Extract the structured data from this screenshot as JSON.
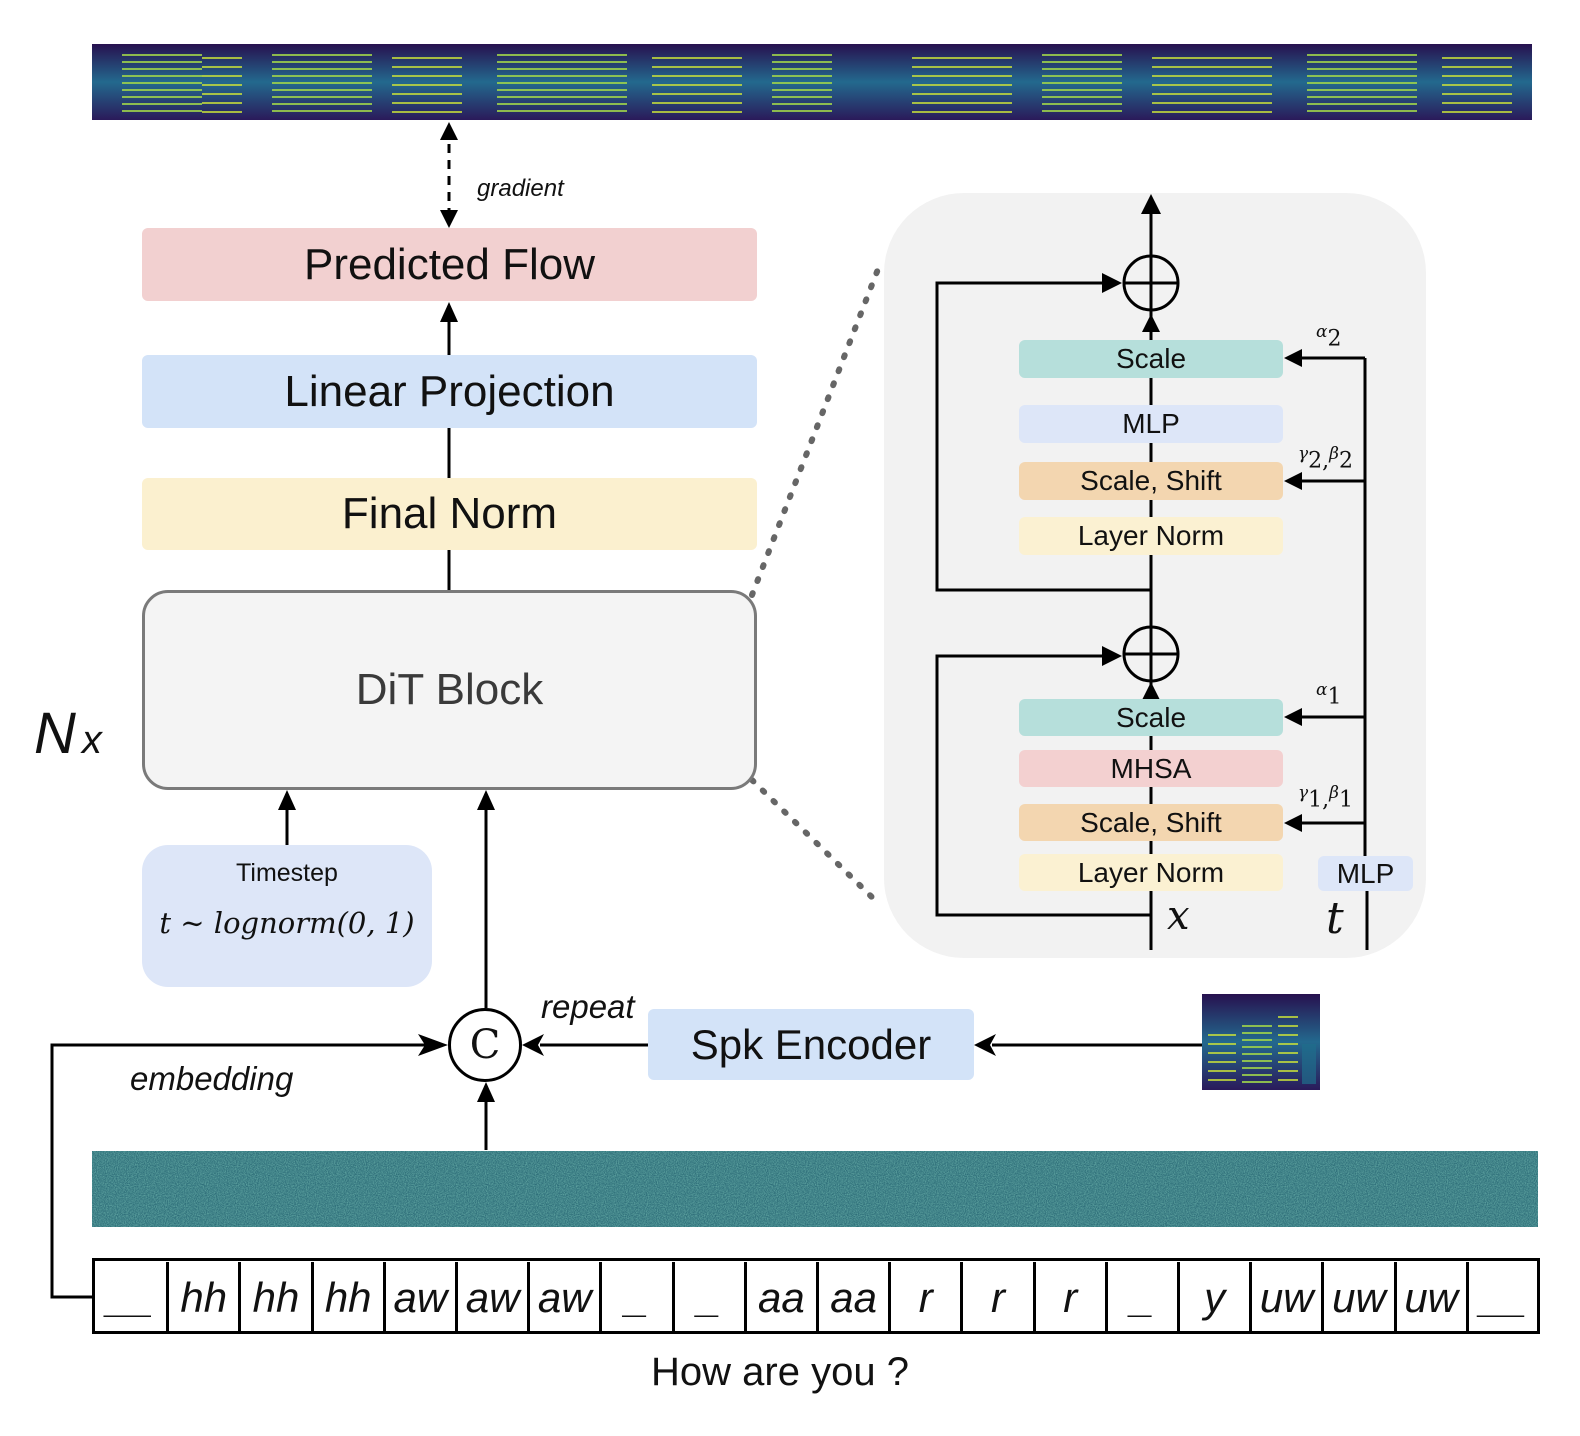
{
  "top_mel": {
    "icon": "spectrogram-output-mel"
  },
  "labels": {
    "gradient": "gradient",
    "predicted_flow": "Predicted Flow",
    "linear_projection": "Linear Projection",
    "final_norm": "Final Norm",
    "dit_block": "DiT Block",
    "nx_n": "N",
    "nx_x": "x",
    "timestep_title": "Timestep",
    "timestep_formula": "t ∼ lognorm(0, 1)",
    "repeat": "repeat",
    "embedding": "embedding",
    "concat": "C",
    "spk_encoder": "Spk Encoder",
    "sentence": "How are you ?"
  },
  "detail": {
    "upper_scale": "Scale",
    "upper_mlp": "MLP",
    "upper_scale_shift": "Scale, Shift",
    "upper_layer_norm": "Layer Norm",
    "lower_scale": "Scale",
    "lower_mhsa": "MHSA",
    "lower_scale_shift": "Scale, Shift",
    "lower_layer_norm": "Layer Norm",
    "t_mlp": "MLP",
    "alpha2": "α",
    "alpha2_sub": "2",
    "gamma2": "γ",
    "gamma2_sub": "2",
    "beta2": "β",
    "beta2_sub": "2",
    "alpha1": "α",
    "alpha1_sub": "1",
    "gamma1": "γ",
    "gamma1_sub": "1",
    "beta1": "β",
    "beta1_sub": "1",
    "input_x": "x",
    "input_t": "t"
  },
  "tokens": [
    "__",
    "hh",
    "hh",
    "hh",
    "aw",
    "aw",
    "aw",
    "_",
    "_",
    "aa",
    "aa",
    "r",
    "r",
    "r",
    "_",
    "y",
    "uw",
    "uw",
    "uw",
    "__"
  ],
  "colors": {
    "predicted_flow": "#f2d0d0",
    "linear_projection": "#d3e3f8",
    "final_norm": "#fbf0cf",
    "dit_block": "#f4f4f4",
    "timestep": "#dde6f8",
    "spk_encoder": "#d3e3f8",
    "scale": "#b6dfdb",
    "mlp": "#dde6f8",
    "scale_shift": "#f3d6b0",
    "layer_norm": "#fbf1d2",
    "mhsa": "#f3d0d0",
    "detail_bg": "#f2f2f2"
  }
}
